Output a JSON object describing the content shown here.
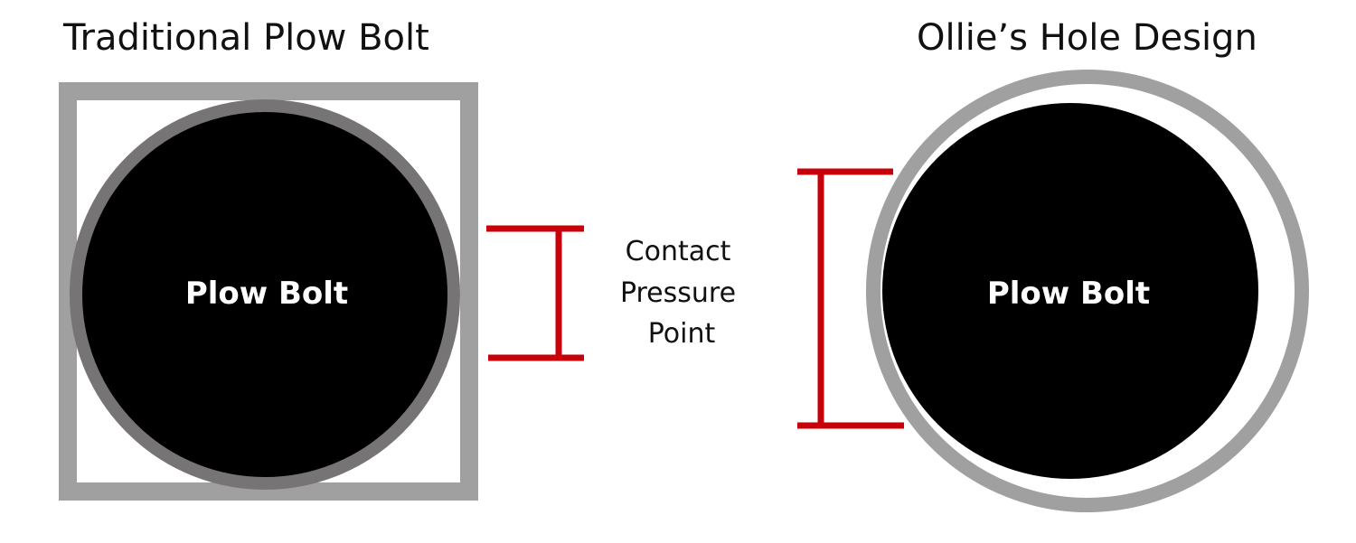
{
  "left_panel": {
    "title": "Traditional Plow Bolt",
    "bolt_label": "Plow Bolt"
  },
  "right_panel": {
    "title": "Ollie’s Hole Design",
    "bolt_label": "Plow Bolt"
  },
  "annotation": {
    "line1": "Contact",
    "line2": "Pressure",
    "line3": "Point"
  },
  "colors": {
    "hole_gray": "#a0a0a0",
    "bolt_ring": "#767474",
    "bolt_fill": "#000000",
    "bracket_red": "#c8000a"
  }
}
